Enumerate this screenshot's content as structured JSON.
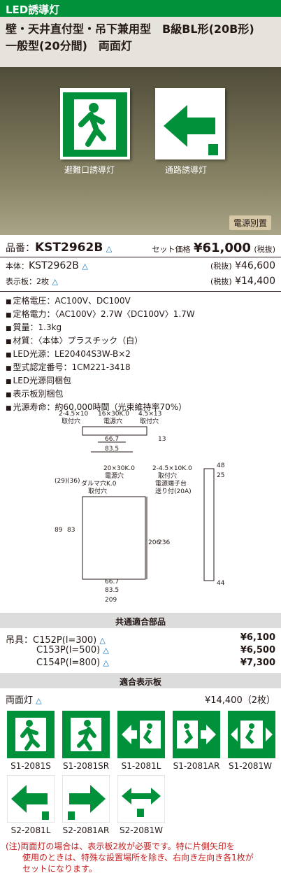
{
  "header": {
    "tag": "LED誘導灯",
    "line1": "壁・天井直付型・吊下兼用型　B級BL形(20B形)",
    "line2": "一般型(20分間)　両面灯"
  },
  "photo": {
    "caption_left": "避難口誘導灯",
    "caption_right": "通路誘導灯",
    "badge": "電源別置"
  },
  "product": {
    "code_label": "品番：",
    "code": "KST2962B",
    "set_label": "セット価格",
    "set_price": "¥61,000",
    "tax_in": "(税抜)",
    "body_label": "本体：",
    "body_code": "KST2962B",
    "body_price": "¥46,600",
    "panel_label": "表示板：2枚",
    "panel_price": "¥14,400"
  },
  "specs": [
    "定格電圧：AC100V、DC100V",
    "定格電力：〈AC100V〉2.7W〈DC100V〉1.7W",
    "質量：1.3kg",
    "材質：〈本体〉プラスチック（白）",
    "LED光源：LE20404S3W-B×2",
    "型式認定番号：1CM221-3418",
    "LED光源同梱包",
    "表示板別梱包",
    "光源寿命：約60,000時間（光束維持率70%）"
  ],
  "drawing": {
    "top_a": "2-4.5×10",
    "top_a2": "取付穴",
    "top_b": "16×30K.0",
    "top_b2": "電源穴",
    "top_c": "4.5×13",
    "top_c2": "取付穴",
    "d667": "66.7",
    "d835": "83.5",
    "d13": "13",
    "f_a": "20×30K.0",
    "f_a2": "電源穴",
    "f_b": "ダルマ穴K.0",
    "f_b2": "取付穴",
    "f_c": "2-4.5×10K.0",
    "f_c2": "取付穴",
    "f_c3": "電源端子台",
    "f_c4": "送り付(20A)",
    "d29": "(29)",
    "d36": "(36)",
    "d89": "89",
    "d83": "83",
    "d206": "206",
    "d236": "236",
    "d209": "209",
    "d48": "48",
    "d25": "25",
    "d44": "44"
  },
  "common_parts": {
    "title": "共通適合部品",
    "label": "吊具：",
    "items": [
      {
        "name": "C152P(l=300)",
        "price": "¥6,100"
      },
      {
        "name": "C153P(l=500)",
        "price": "¥6,500"
      },
      {
        "name": "C154P(l=800)",
        "price": "¥7,300"
      }
    ]
  },
  "panels": {
    "title": "適合表示板",
    "type": "両面灯",
    "price": "¥14,400（2枚）",
    "row1": [
      "S1-2081S",
      "S1-2081SR",
      "S1-2081L",
      "S1-2081AR",
      "S1-2081W"
    ],
    "row2": [
      "S2-2081L",
      "S2-2081AR",
      "S2-2081W"
    ]
  },
  "note": [
    "(注)両面灯の場合は、表示板2枚が必要です。特に片側矢印を",
    "　　使用のときは、特殊な設置場所を除き、右向き左向き各1枚が",
    "　　セットになります。"
  ],
  "colors": {
    "green": "#00913a",
    "blue": "#0a6fb5"
  }
}
